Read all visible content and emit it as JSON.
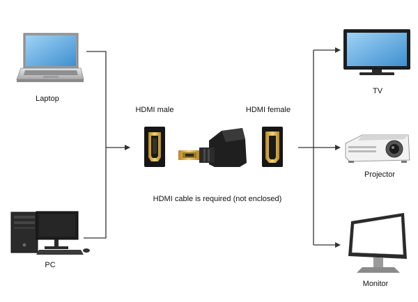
{
  "sources": {
    "laptop": {
      "label": "Laptop",
      "icon": "laptop-icon"
    },
    "pc": {
      "label": "PC",
      "icon": "desktop-pc-icon"
    }
  },
  "adapter": {
    "male_label": "HDMI male",
    "female_label": "HDMI female",
    "note": "HDMI cable is required (not enclosed)",
    "icons": [
      "hdmi-male-port-icon",
      "right-angle-adapter-icon",
      "hdmi-female-port-icon"
    ]
  },
  "outputs": {
    "tv": {
      "label": "TV",
      "icon": "tv-icon"
    },
    "projector": {
      "label": "Projector",
      "icon": "projector-icon"
    },
    "monitor": {
      "label": "Monitor",
      "icon": "monitor-icon"
    }
  },
  "colors": {
    "line": "#333333",
    "gold": "#d4a93a",
    "device_dark": "#2b2b2b",
    "screen_blue": "#4da3e0"
  }
}
